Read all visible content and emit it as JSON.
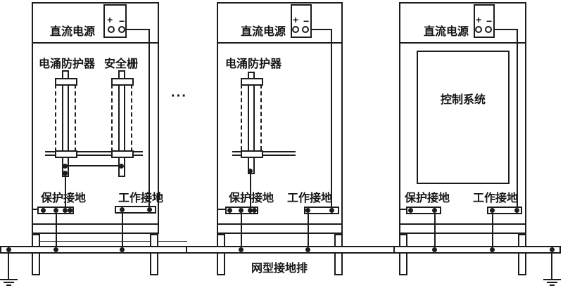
{
  "diagram": {
    "title_hint": "cabinet-grounding-schematic",
    "colors": {
      "background": "#ffffff",
      "line": "#1c1c1c"
    },
    "cabinets": [
      {
        "power": {
          "label": "直流电源",
          "plus": "+",
          "minus": "−"
        },
        "devices": [
          {
            "label": "电涌防护器"
          },
          {
            "label": "安全栅"
          }
        ],
        "grounds": {
          "protective": "保护接地",
          "working": "工作接地"
        }
      },
      {
        "power": {
          "label": "直流电源",
          "plus": "+",
          "minus": "−"
        },
        "devices": [
          {
            "label": "电涌防护器"
          }
        ],
        "grounds": {
          "protective": "保护接地",
          "working": "工作接地"
        }
      },
      {
        "power": {
          "label": "直流电源",
          "plus": "+",
          "minus": "−"
        },
        "control": {
          "label": "控制系统"
        },
        "grounds": {
          "protective": "保护接地",
          "working": "工作接地"
        }
      }
    ],
    "ellipsis": "···",
    "ground_bus": {
      "label": "网型接地排"
    }
  }
}
